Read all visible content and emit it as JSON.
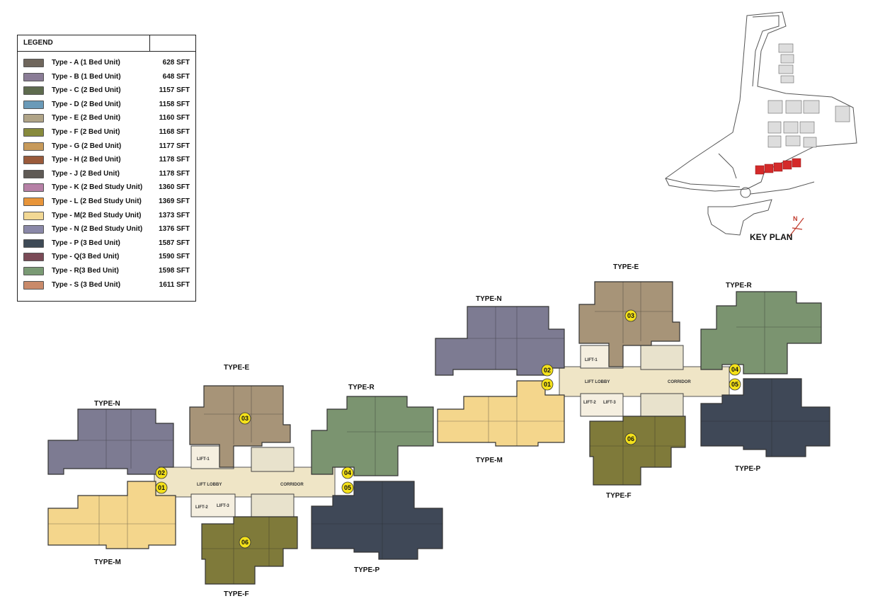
{
  "legend": {
    "title": "LEGEND",
    "items": [
      {
        "label": "Type - A (1 Bed Unit)",
        "area": "628 SFT",
        "color": "#6f665c"
      },
      {
        "label": "Type - B (1 Bed Unit)",
        "area": "648 SFT",
        "color": "#8a7c96"
      },
      {
        "label": "Type - C (2 Bed Unit)",
        "area": "1157 SFT",
        "color": "#5e6b4e"
      },
      {
        "label": "Type - D (2 Bed Unit)",
        "area": "1158 SFT",
        "color": "#6a9ab8"
      },
      {
        "label": "Type - E (2 Bed Unit)",
        "area": "1160 SFT",
        "color": "#b0a487"
      },
      {
        "label": "Type - F (2 Bed Unit)",
        "area": "1168 SFT",
        "color": "#878a3c"
      },
      {
        "label": "Type - G (2 Bed Unit)",
        "area": "1177 SFT",
        "color": "#c79a5a"
      },
      {
        "label": "Type - H (2 Bed Unit)",
        "area": "1178 SFT",
        "color": "#9a5a3a"
      },
      {
        "label": "Type - J (2 Bed Unit)",
        "area": "1178 SFT",
        "color": "#5f5a55"
      },
      {
        "label": "Type - K (2 Bed Study Unit)",
        "area": "1360 SFT",
        "color": "#b680a6"
      },
      {
        "label": "Type - L (2 Bed Study Unit)",
        "area": "1369 SFT",
        "color": "#e8953a"
      },
      {
        "label": "Type - M(2 Bed Study Unit)",
        "area": "1373 SFT",
        "color": "#f2d894"
      },
      {
        "label": "Type - N (2 Bed Study Unit)",
        "area": "1376 SFT",
        "color": "#8a88a8"
      },
      {
        "label": "Type - P (3 Bed Unit)",
        "area": "1587 SFT",
        "color": "#3e4a56"
      },
      {
        "label": "Type - Q(3 Bed Unit)",
        "area": "1590 SFT",
        "color": "#7a4a56"
      },
      {
        "label": "Type - R(3 Bed Unit)",
        "area": "1598 SFT",
        "color": "#7a9a74"
      },
      {
        "label": "Type - S (3 Bed Unit)",
        "area": "1611 SFT",
        "color": "#c98a6a"
      }
    ]
  },
  "key_plan": {
    "label": "KEY PLAN",
    "north": "N"
  },
  "unit_colors": {
    "N": "#7d7b92",
    "M": "#f4d68c",
    "E": "#a79478",
    "F": "#7f7a3a",
    "R": "#7b9470",
    "P": "#3f4857",
    "corridor": "#efe5c6",
    "highlight": "#d42a2a"
  },
  "plan": {
    "labels": {
      "type_n_1": "TYPE-N",
      "type_m_1": "TYPE-M",
      "type_e_1": "TYPE-E",
      "type_f_1": "TYPE-F",
      "type_r_1": "TYPE-R",
      "type_p_1": "TYPE-P",
      "type_n_2": "TYPE-N",
      "type_m_2": "TYPE-M",
      "type_e_2": "TYPE-E",
      "type_f_2": "TYPE-F",
      "type_r_2": "TYPE-R",
      "type_p_2": "TYPE-P"
    },
    "lift_lobby": "LIFT LOBBY",
    "corridor": "CORRIDOR",
    "lift_1": "LIFT-1",
    "lift_2": "LIFT-2",
    "lift_3": "LIFT-3",
    "units": [
      "01",
      "02",
      "03",
      "04",
      "05",
      "06"
    ]
  }
}
